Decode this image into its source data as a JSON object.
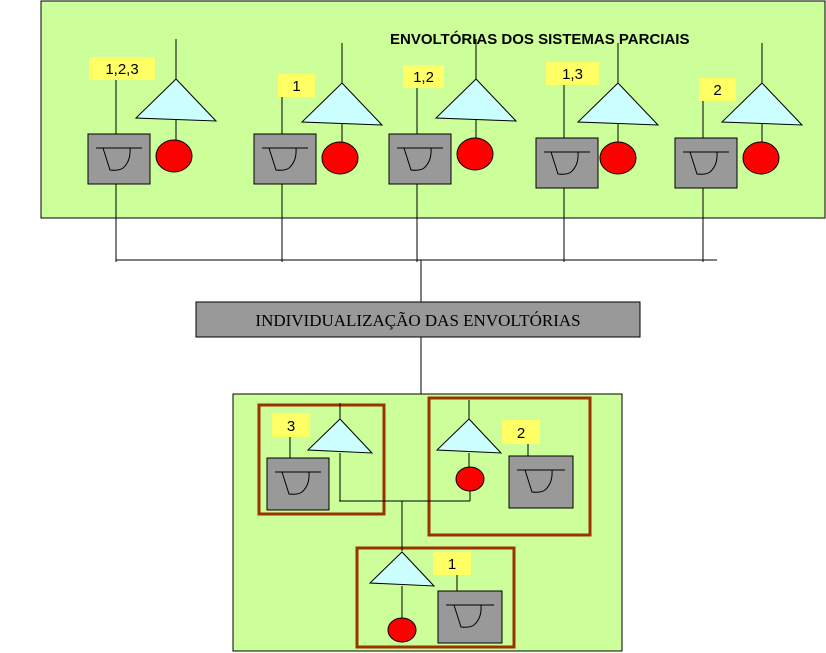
{
  "top_panel": {
    "title": "ENVOLTÓRIAS DOS SISTEMAS PARCIAIS",
    "units": [
      {
        "label": "1,2,3"
      },
      {
        "label": "1"
      },
      {
        "label": "1,2"
      },
      {
        "label": "1,3"
      },
      {
        "label": "2"
      }
    ]
  },
  "process_box": {
    "label": "INDIVIDUALIZAÇÃO  DAS ENVOLTÓRIAS"
  },
  "bottom_panel": {
    "groups": [
      {
        "label": "3"
      },
      {
        "label": "2"
      },
      {
        "label": "1"
      }
    ]
  },
  "colors": {
    "panel_bg": "#ccff99",
    "tag_bg": "#ffff66",
    "triangle_fill": "#ccffff",
    "circle_fill": "#ff0000",
    "box_fill": "#999999",
    "group_border": "#993300"
  }
}
